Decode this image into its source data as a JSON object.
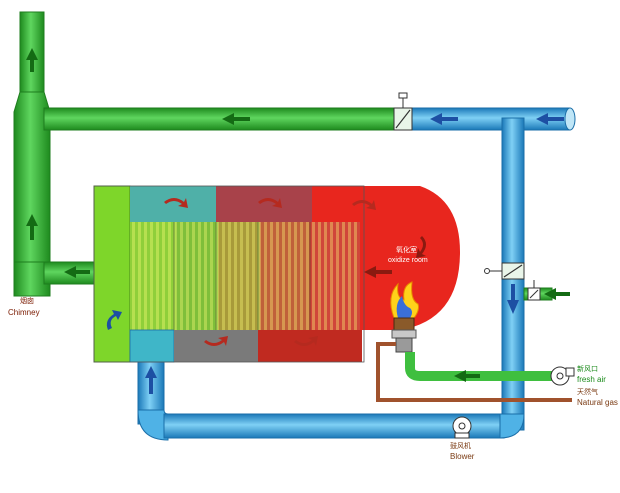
{
  "labels": {
    "chimney_cn": "烟囱",
    "chimney_en": "Chimney",
    "oxidation_cn": "氧化室",
    "oxidation_en": "oxidize room",
    "fresh_air_cn": "新风口",
    "fresh_air_en": "fresh air",
    "natural_gas_cn": "天然气",
    "natural_gas_en": "Natural gas",
    "blower_cn": "鼓风机",
    "blower_en": "Blower"
  },
  "colors": {
    "exhaust_pipe": "#3fbf3f",
    "exhaust_pipe_dark": "#1e7d1e",
    "intake_pipe": "#3aa8e0",
    "intake_pipe_dark": "#1a6ea8",
    "gas_pipe": "#a0522d",
    "oxidation_chamber": "#e8261e",
    "flow_arrow_green": "#146b14",
    "flow_arrow_blue": "#1d4fa3",
    "flow_arrow_red": "#b52a1f"
  }
}
